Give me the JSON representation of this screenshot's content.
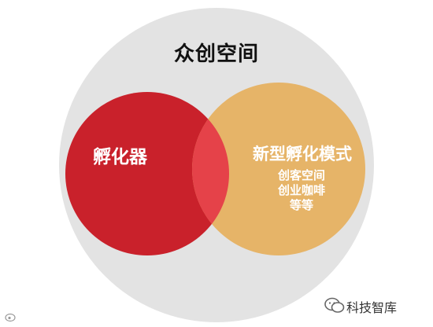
{
  "diagram": {
    "title": "众创空间",
    "left_circle": {
      "label": "孵化器",
      "color": "#c9212b"
    },
    "right_circle": {
      "label": "新型孵化模式",
      "color": "#e6b468",
      "sub_lines": [
        "创客空间",
        "创业咖啡",
        "等等"
      ]
    },
    "overlap_color": "#e54249",
    "outer_circle_color": "#e3e3e3"
  },
  "watermark": {
    "text": "科技智库",
    "icon": "wechat-icon"
  },
  "corner_watermark": {
    "icon": "weibo-icon"
  }
}
